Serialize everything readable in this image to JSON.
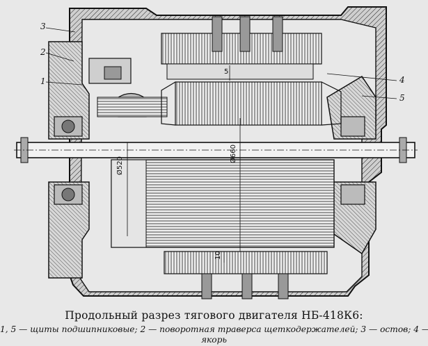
{
  "figure": {
    "title": "Продольный разрез тягового двигателя НБ-418К6:",
    "legend_line1": "1, 5 — щиты подшипниковые; 2 — поворотная траверса щеткодержателей; 3 — остов; 4 —",
    "legend_line2": "якорь",
    "callouts": [
      "1",
      "2",
      "3",
      "4",
      "5"
    ],
    "dimensions": {
      "d1": "Ø520",
      "d2": "Ø660",
      "gap_top": "5",
      "gap_bottom": "10"
    }
  }
}
